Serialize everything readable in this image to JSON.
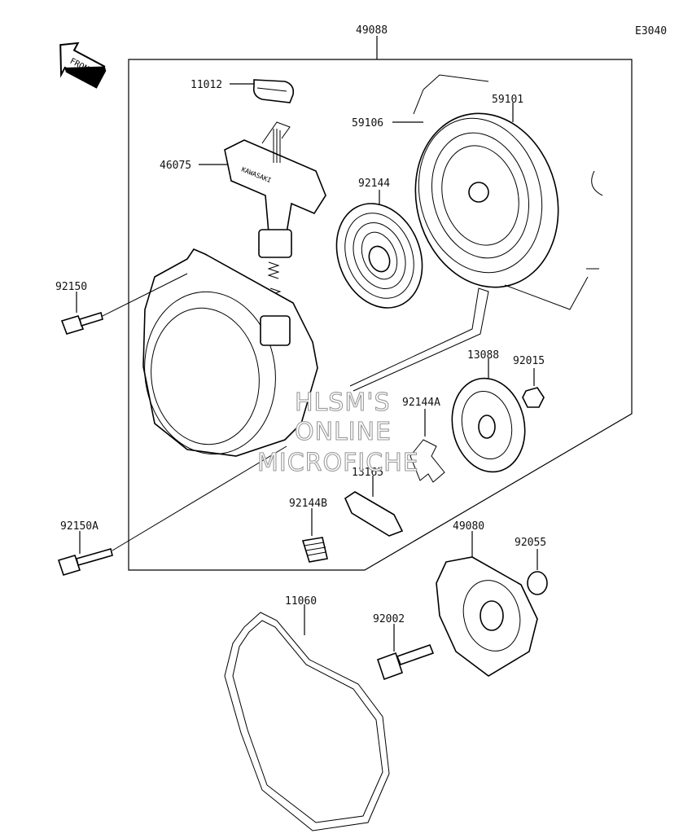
{
  "diagram_code": "E3040",
  "front_label": "FRONT",
  "logo_text": "KAWASAKI",
  "watermark": [
    "HLSM'S",
    "ONLINE",
    "MICROFICHE"
  ],
  "parts": {
    "p49088": "49088",
    "p11012": "11012",
    "p59106": "59106",
    "p59101": "59101",
    "p46075": "46075",
    "p92144": "92144",
    "p92150": "92150",
    "p13088": "13088",
    "p92015": "92015",
    "p92144A": "92144A",
    "p13165": "13165",
    "p92144B": "92144B",
    "p92150A": "92150A",
    "p49080": "49080",
    "p92055": "92055",
    "p11060": "11060",
    "p92002": "92002"
  }
}
